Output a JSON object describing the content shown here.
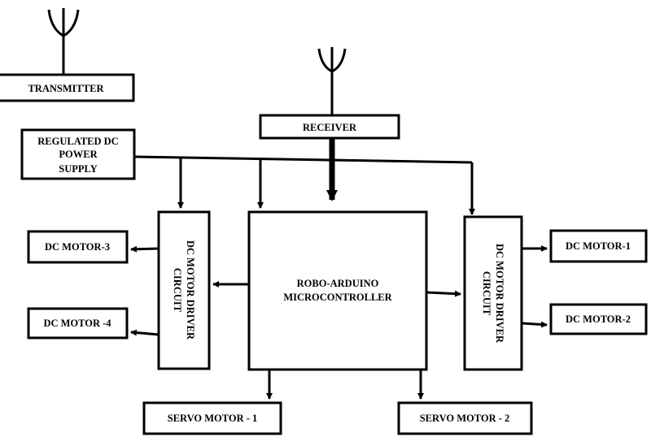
{
  "blocks": {
    "transmitter": "TRANSMITTER",
    "receiver": "RECEIVER",
    "power_supply": [
      "REGULATED DC",
      "POWER",
      "SUPPLY"
    ],
    "microcontroller": [
      "ROBO-ARDUINO",
      "MICROCONTROLLER"
    ],
    "driver_left": [
      "DC MOTOR DRIVER",
      "CIRCUIT"
    ],
    "driver_right": [
      "DC MOTOR DRIVER",
      "CIRCUIT"
    ],
    "motor_3": "DC MOTOR-3",
    "motor_4": "DC MOTOR -4",
    "motor_1": "DC MOTOR-1",
    "motor_2": "DC MOTOR-2",
    "servo_1": "SERVO MOTOR - 1",
    "servo_2": "SERVO MOTOR - 2"
  }
}
